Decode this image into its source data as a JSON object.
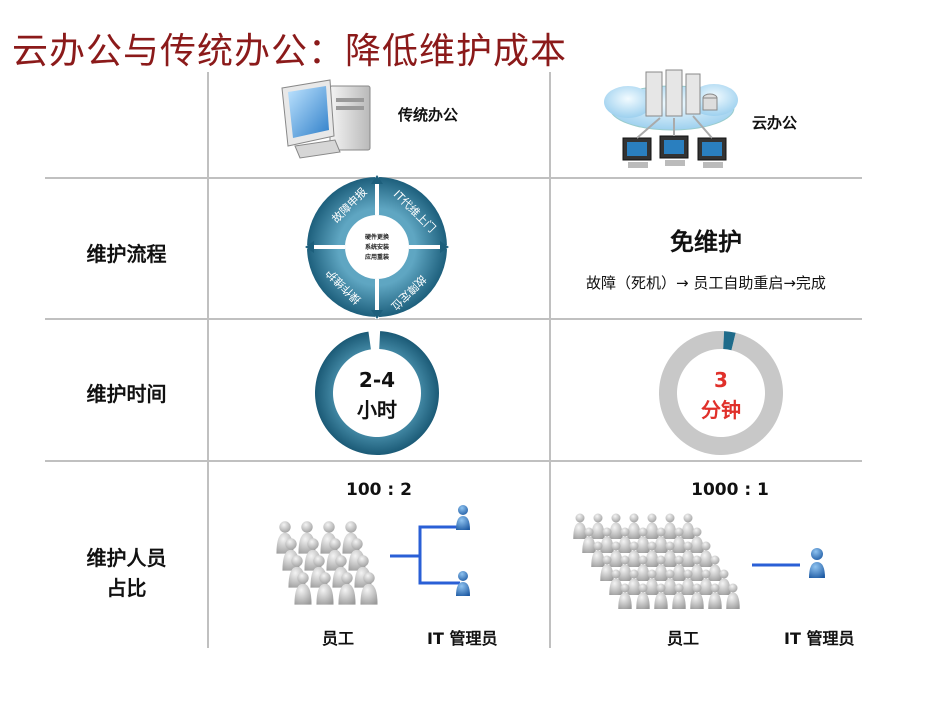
{
  "title": "云办公与传统办公：降低维护成本",
  "columns": {
    "traditional": {
      "label": "传统办公",
      "icon": "desktop-computer-icon"
    },
    "cloud": {
      "label": "云办公",
      "icon": "cloud-server-icon"
    }
  },
  "rows": {
    "process": {
      "label": "维护流程",
      "traditional": {
        "segments": [
          "故障申报",
          "IT代维上门",
          "故障定位",
          "操作维护"
        ],
        "center_lines": [
          "硬件更换",
          "系统安装",
          "应用重装"
        ]
      },
      "cloud": {
        "headline": "免维护",
        "flow": "故障（死机）→ 员工自助重启→完成"
      }
    },
    "time": {
      "label": "维护时间",
      "traditional": {
        "value": "2-4",
        "unit": "小时",
        "fill_fraction": 0.97
      },
      "cloud": {
        "value": "3",
        "unit": "分钟",
        "fill_fraction": 0.03
      }
    },
    "staff": {
      "label_line1": "维护人员",
      "label_line2": "占比",
      "traditional": {
        "ratio": "100 : 2",
        "staff_label": "员工",
        "admin_label": "IT 管理员"
      },
      "cloud": {
        "ratio": "1000 : 1",
        "staff_label": "员工",
        "admin_label": "IT 管理员"
      }
    }
  },
  "colors": {
    "title": "#8b1a1a",
    "teal": "#1f6b8a",
    "gray": "#c8c8c8",
    "red_value": "#e0302a",
    "blue_line": "#2a5fd6"
  }
}
